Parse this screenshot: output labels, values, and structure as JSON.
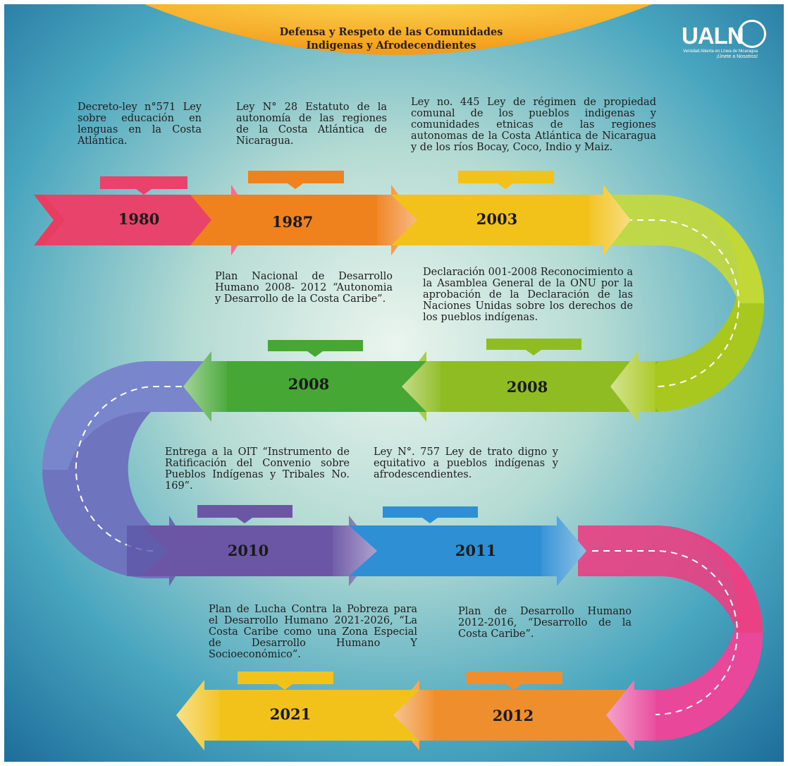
{
  "title": {
    "line1": "Defensa y Respeto de las Comunidades",
    "line2": "Indigenas y Afrodecendientes"
  },
  "logo": {
    "name": "UALN",
    "tagline_1": "Versidad Abierta en Línea de Nicaragua",
    "tagline_2": "¡Únete a Nosotros!"
  },
  "colors": {
    "red": "#e8436a",
    "orange": "#f0821e",
    "yellow": "#f2c21a",
    "lime": "#a8c820",
    "green": "#46a735",
    "purple": "#6b56a6",
    "blue": "#2f8fd4",
    "pink": "#e8479a",
    "amber": "#ef8e2c",
    "tab_yellow": "#f2c21a"
  },
  "events": [
    {
      "year": "1980",
      "text": "Decreto-ley n°571 Ley sobre educación en lenguas en la Costa Atlántica."
    },
    {
      "year": "1987",
      "text": "Ley N° 28 Estatuto de la autonomía de las regiones de la Costa Atlántica de Nicaragua."
    },
    {
      "year": "2003",
      "text": "Ley no. 445 Ley de régimen de propiedad comunal de los pueblos indigenas y comunidades etnicas de las regiones autonomas de la Costa Atlántica de Nicaragua y de los ríos Bocay, Coco, Indio y Maiz."
    },
    {
      "year": "2008",
      "text": "Declaración 001-2008 Reconocimiento a la Asamblea General de la ONU por la aprobación de la Declaración de las Naciones Unidas sobre los derechos de los pueblos indígenas."
    },
    {
      "year": "2008",
      "text": "Plan Nacional de Desarrollo Humano 2008- 2012 “Autonomia y Desarrollo de la Costa Caribe”."
    },
    {
      "year": "2010",
      "text": "Entrega a la OIT “Instrumento de Ratificación del Convenio sobre Pueblos Indígenas y Tribales No. 169”."
    },
    {
      "year": "2011",
      "text": "Ley N°. 757 Ley de trato digno y equitativo a pueblos indígenas y afrodescendientes."
    },
    {
      "year": "2012",
      "text": "Plan de Desarrollo Humano 2012-2016, “Desarrollo de la Costa Caribe”."
    },
    {
      "year": "2021",
      "text": "Plan de Lucha Contra la Pobreza para el Desarrollo Humano 2021-2026, “La Costa Caribe como una Zona Especial de Desarrollo Humano Y Socioeconómico”."
    }
  ]
}
